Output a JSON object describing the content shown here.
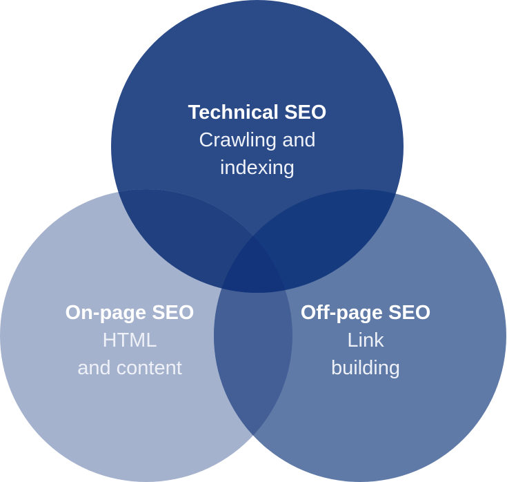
{
  "diagram": {
    "circles": [
      {
        "id": "technical",
        "title": "Technical SEO",
        "lines": [
          "Crawling and",
          "indexing"
        ],
        "color": "#2a4a88"
      },
      {
        "id": "onpage",
        "title": "On-page SEO",
        "lines": [
          "HTML",
          "and content"
        ],
        "color": "#a5b2cd"
      },
      {
        "id": "offpage",
        "title": "Off-page SEO",
        "lines": [
          "Link",
          "building"
        ],
        "color": "#607aa8"
      }
    ],
    "overlap_colors": {
      "technical_onpage": "#20407f",
      "technical_offpage": "#163a7e",
      "onpage_offpage": "#435f96",
      "all": "#13347a"
    }
  }
}
